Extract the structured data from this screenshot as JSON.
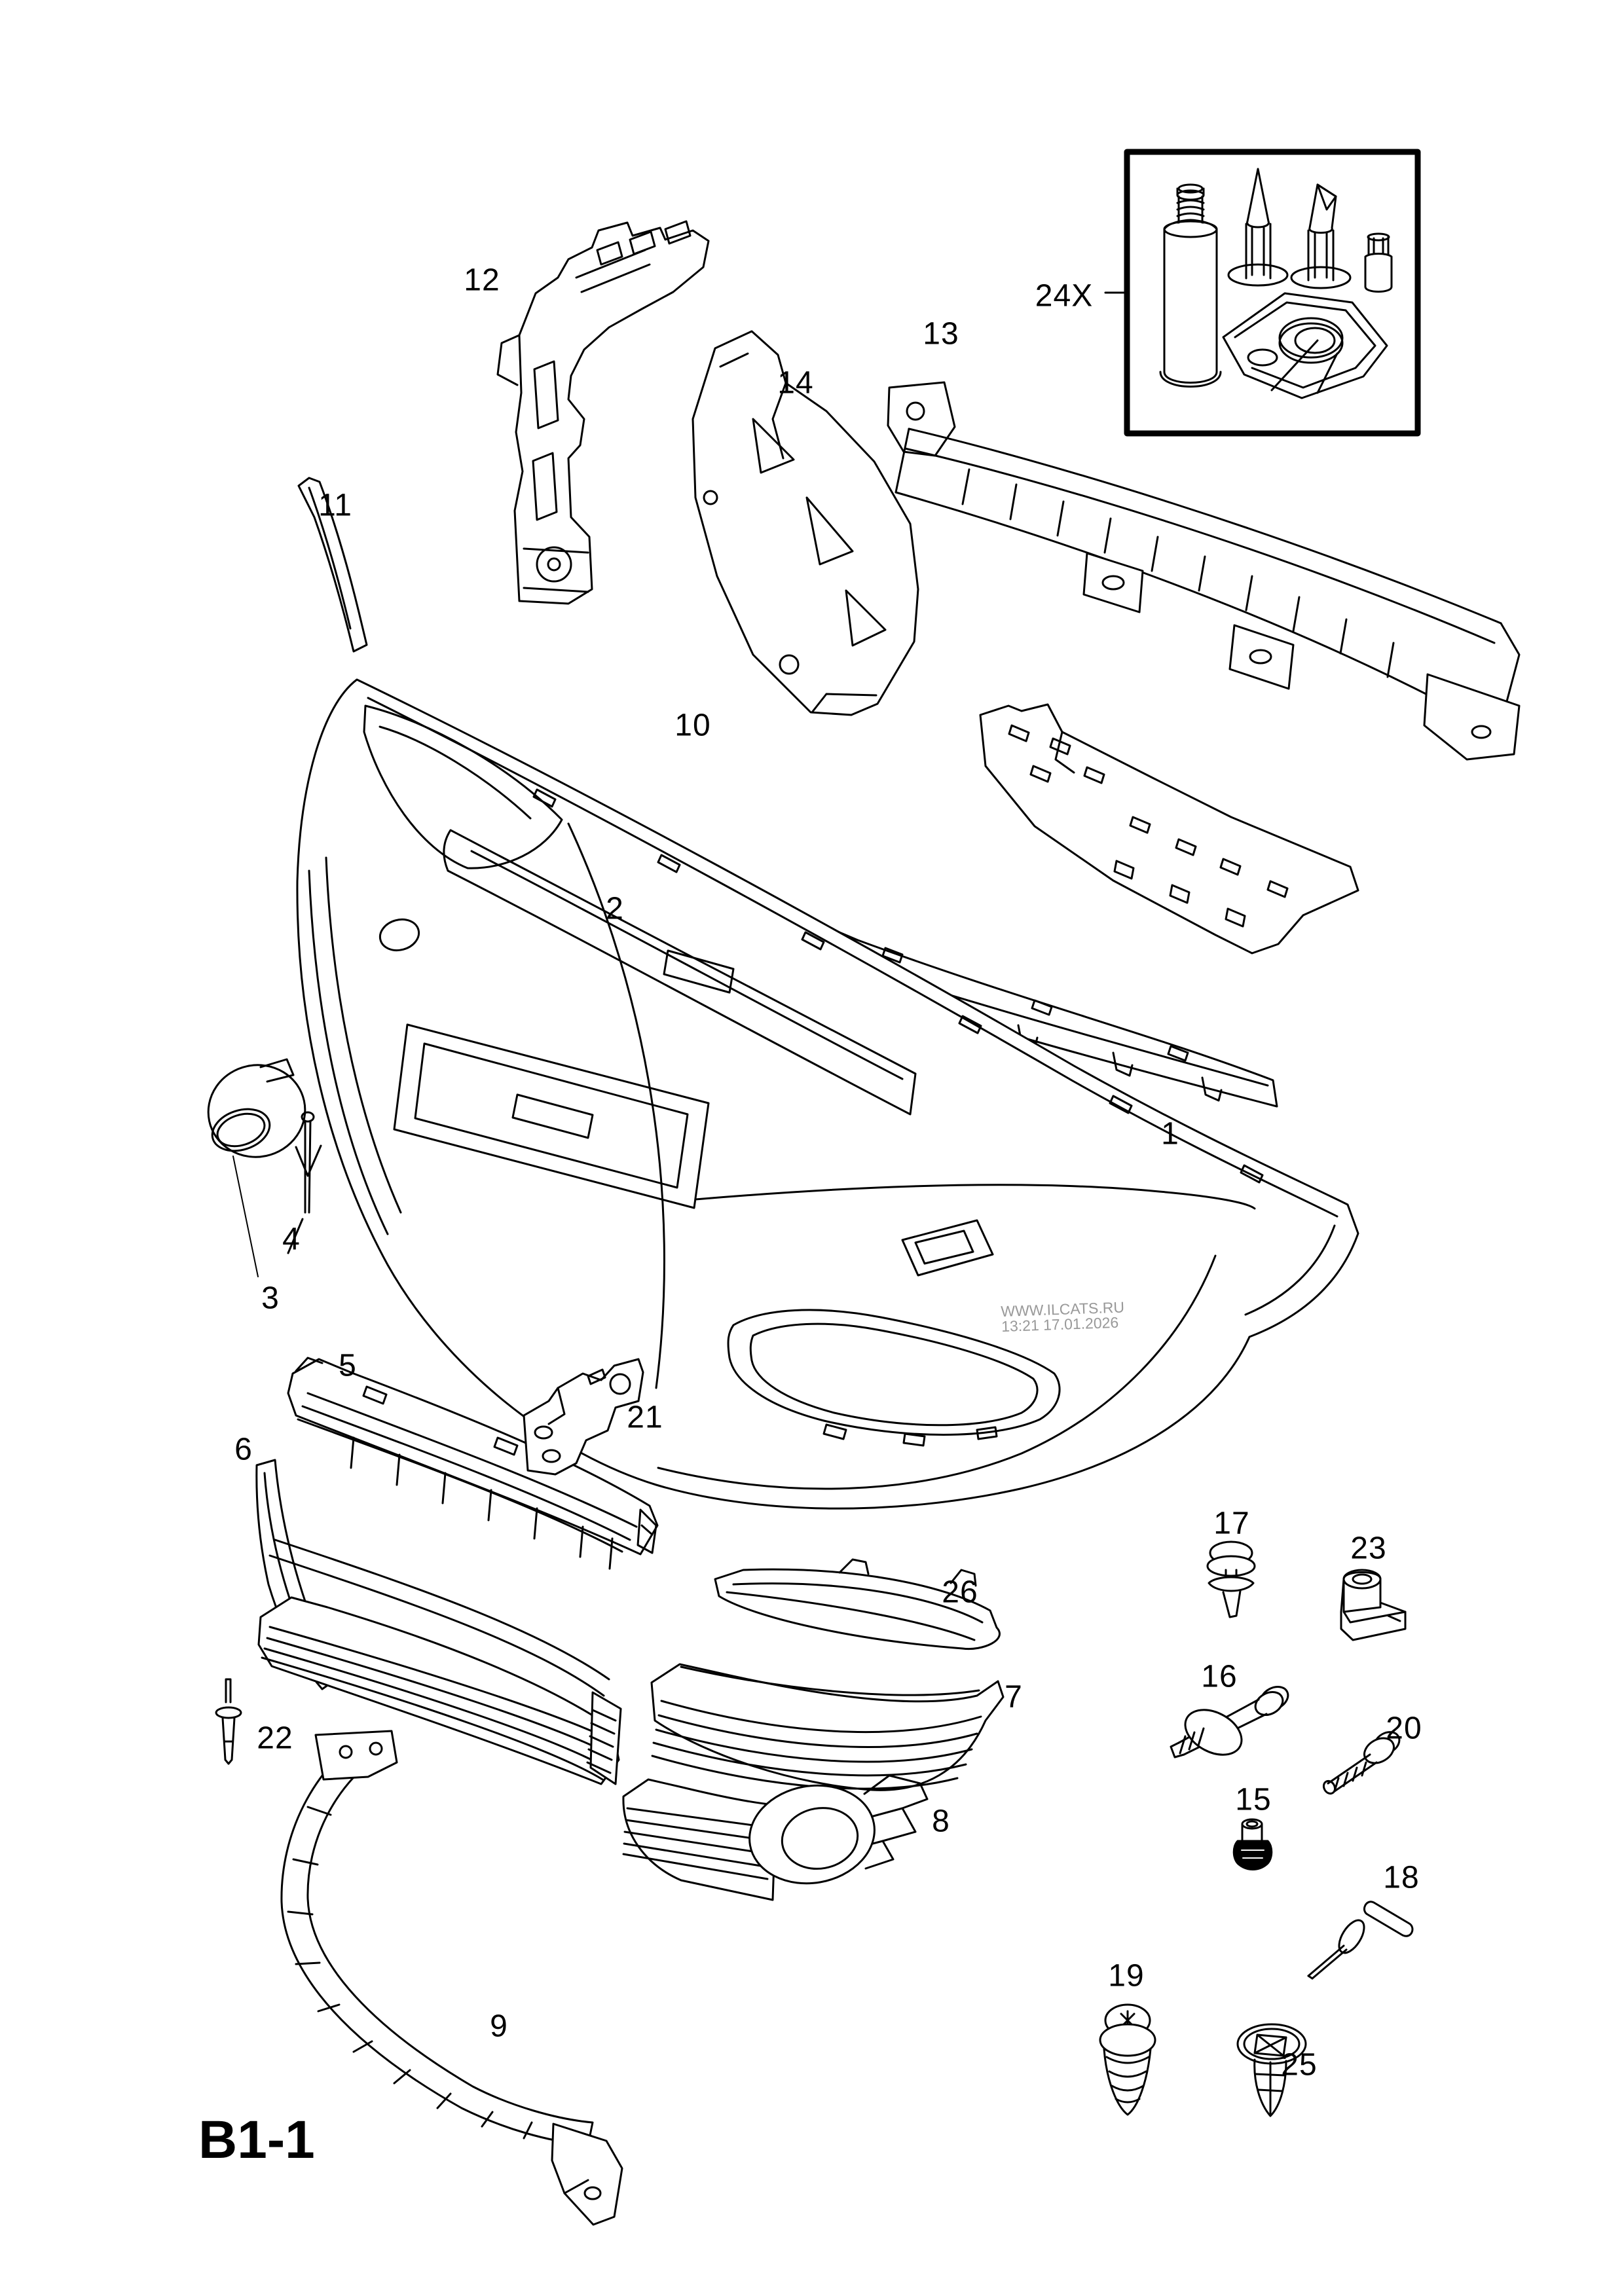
{
  "page": {
    "figure_code": "B1-1",
    "background": "#ffffff",
    "line_color": "#000000"
  },
  "watermark": {
    "line1": "WWW.ILCATS.RU",
    "line2": "13:21 17.01.2026",
    "color": "#999999"
  },
  "labels": {
    "p1": "1",
    "p2": "2",
    "p3": "3",
    "p4": "4",
    "p5": "5",
    "p6": "6",
    "p7": "7",
    "p8": "8",
    "p9": "9",
    "p10": "10",
    "p11": "11",
    "p12": "12",
    "p13": "13",
    "p14": "14",
    "p15": "15",
    "p16": "16",
    "p17": "17",
    "p18": "18",
    "p19": "19",
    "p20": "20",
    "p21": "21",
    "p22": "22",
    "p23": "23",
    "p24x": "24X",
    "p25": "25",
    "p26": "26"
  }
}
